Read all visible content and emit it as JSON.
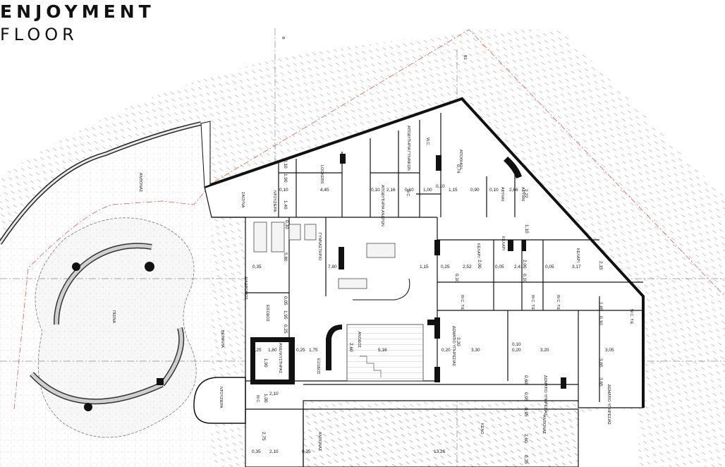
{
  "title": {
    "line1": "ENJOYMENT",
    "line2": "FLOOR"
  },
  "section_marks": [
    "B",
    "B1"
  ],
  "room_labels": {
    "pool": "ΠΙΣΙΝΑ",
    "garden_left": "ΑΝΘΟΝΑΣ",
    "garden_bottom": "ΑΝΘΟΝΑΣ",
    "garden_bottom_right": "ΑΝΘΟΝΑΣ",
    "void": "ΚΕΝΟ",
    "veranda": "ΒΕΡΑΝΤΑ",
    "gym": "ΓΥΜΝΑΣΤΗΡΙΟ",
    "sauna": "ΣΑΟΥΝΑ",
    "lockers": "LOCKERS",
    "shower_a": "ΝΤΟΥΖΙΕΡΑ",
    "shower_b": "ΝΤΟΥΖΙΕΡΑ",
    "changing_women": "ΑΠΟΔΥΤΗΡΙΑ ΓΥΝΑΙΚΩΝ",
    "changing_men": "ΑΠΟΔΥΤΗΡΙΑ ΑΝΔΡΩΝ",
    "wc1": "W.C.",
    "wc2": "W.C.",
    "wc3": "W.C.",
    "wc_te1": "W.C. T.E.",
    "wc_te2": "W.C. T.E.",
    "wc_te3": "W.C. T.E.",
    "wc_te4": "W.C. T.E.",
    "storage": "ΑΠΟΘΗΚΗ",
    "closet1": "ΑΦΥΗΚΙ",
    "closet2": "ΑΦΥΗΚΙ",
    "bed1": "ΚΕΛΑΡΙ",
    "bed2": "ΚΕΛΑΡΙ",
    "bed3": "ΚΕΛΑΡΙ",
    "staff1": "ΔΩΜΑΤΙΟ ΥΠΗΡΕΣΙΑΣ",
    "staff2": "ΔΩΜΑΤΙΟ ΥΠΗΡΕΣΙΑΣ",
    "staff3": "ΔΩΜΑΤΙΟ ΥΠΗΡΕΣΙΑΣ",
    "corridor": "ΔΙΑΔΡΟΜΟΣ",
    "stair_hall": "ΕΙΣΟΔΟΣ",
    "elevator": "ΑΝΕΛΚΥΣΤΗΡΑΣ",
    "exit": "ΕΞΟΔΟΣ",
    "up": "ΑΝΟΔΟΣ"
  },
  "dimensions": {
    "d_0_10a": "0,10",
    "d_1_90": "1,90",
    "d_0_10b": "0,10",
    "d_4_45": "4,45",
    "d_0_10c": "0,10",
    "d_2_16": "2,16",
    "d_0_10d": "0,10",
    "d_1_00": "1,00",
    "d_0_10e": "0,10",
    "d_1_15": "1,15",
    "d_0_90": "0,90",
    "d_0_10f": "0,10",
    "d_2_66": "2,66",
    "d_2_22": "2,22",
    "d_1_40": "1,40",
    "d_0_74": "0,74",
    "d_0_10g": "0,10",
    "d_1_10": "1,10",
    "d_5_80": "5,80",
    "d_7_80": "7,80",
    "d_0_35a": "0,35",
    "d_1_15b": "1,15",
    "d_0_25a": "0,25",
    "d_2_52": "2,52",
    "d_0_05": "0,05",
    "d_2_41": "2,41",
    "d_0_05b": "0,05",
    "d_3_17": "3,17",
    "d_2_00a": "2,00",
    "d_0_10h": "0,10",
    "d_2_00b": "2,00",
    "d_0_10i": "0,10",
    "d_2_15": "2,15",
    "d_0_10j": "0,10",
    "d_0_05c": "0,05",
    "d_1_95": "1,95",
    "d_0_25b": "0,25",
    "d_0_25c": "0,25",
    "d_1_80": "1,80",
    "d_0_25d": "0,25",
    "d_1_75": "1,75",
    "d_2_60a": "2,60",
    "d_5_16": "5,16",
    "d_0_20a": "0,20",
    "d_3_20a": "3,20",
    "d_0_20b": "0,20",
    "d_3_30": "3,30",
    "d_0_10k": "0,10",
    "d_3_20b": "3,20",
    "d_3_05": "3,05",
    "d_1_65": "1,65",
    "d_0_10l": "0,10",
    "d_3_65": "3,65",
    "d_1_90b": "1,90",
    "d_2_10a": "2,10",
    "d_1_00b": "1,00",
    "d_2_75": "2,75",
    "d_0_35b": "0,35",
    "d_2_10b": "2,10",
    "d_0_35c": "0,35",
    "d_13_26": "13,26",
    "d_0_35d": "0,35",
    "d_2_60b": "2,60",
    "d_0_95a": "0,95",
    "d_0_60": "0,60",
    "d_0_95b": "0,95",
    "d_3_65b": "3,65"
  }
}
